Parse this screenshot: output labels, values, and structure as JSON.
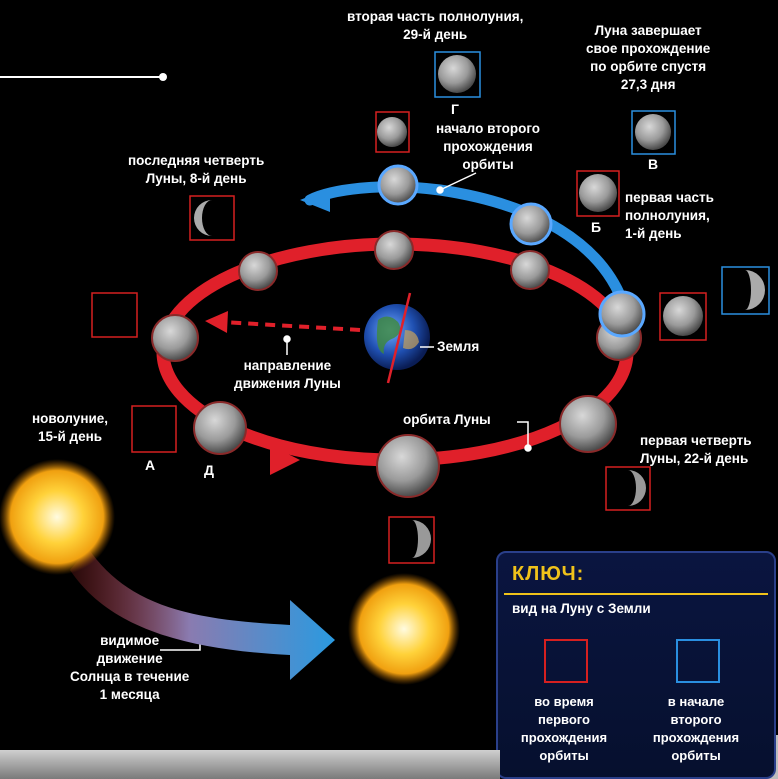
{
  "labels": {
    "second_full": "вторая часть полнолуния,\n29-й день",
    "orbit_complete": "Луна завершает\nсвое прохождение\nпо орбите спустя\n27,3 дня",
    "second_orbit_start": "начало второго\nпрохождения\nорбиты",
    "last_quarter": "последняя четверть\nЛуны, 8-й день",
    "first_full": "первая часть\nполнолуния,\n1-й день",
    "earth": "Земля",
    "direction": "направление\nдвижения Луны",
    "new_moon": "новолуние,\n15-й день",
    "moon_orbit": "орбита Луны",
    "first_quarter": "первая четверть\nЛуны, 22-й день",
    "sun_motion": "видимое\nдвижение\nСолнца в течение\n1 месяца"
  },
  "letters": {
    "a": "А",
    "b": "Б",
    "v": "В",
    "g": "Г",
    "d": "Д"
  },
  "key": {
    "title": "КЛЮЧ:",
    "subtitle": "вид на Луну с Земли",
    "red_caption": "во время\nпервого\nпрохождения\nорбиты",
    "blue_caption": "в начале\nвторого\nпрохождения\nорбиты",
    "red_color": "#d62020",
    "blue_color": "#2a8fe0"
  },
  "colors": {
    "first_orbit": "#e0202a",
    "second_orbit": "#2a8fe0",
    "sun": "#ffd23a"
  }
}
